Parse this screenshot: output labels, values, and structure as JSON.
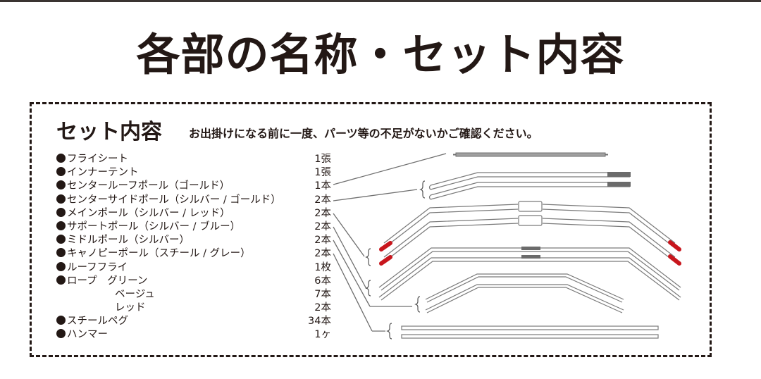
{
  "header": {
    "title": "各部の名称・セット内容"
  },
  "set_contents": {
    "title": "セット内容",
    "notice": "お出掛けになる前に一度、パーツ等の不足がないかご確認ください。",
    "items": [
      {
        "name": "フライシート",
        "qty": "1張",
        "bullet": true
      },
      {
        "name": "インナーテント",
        "qty": "1張",
        "bullet": true
      },
      {
        "name": "センタールーフポール（ゴールド）",
        "qty": "1本",
        "bullet": true
      },
      {
        "name": "センターサイドポール（シルバー / ゴールド）",
        "qty": "2本",
        "bullet": true
      },
      {
        "name": "メインポール（シルバー / レッド）",
        "qty": "2本",
        "bullet": true
      },
      {
        "name": "サポートポール（シルバー / ブルー）",
        "qty": "2本",
        "bullet": true
      },
      {
        "name": "ミドルポール（シルバー）",
        "qty": "2本",
        "bullet": true
      },
      {
        "name": "キャノピーポール（スチール / グレー）",
        "qty": "2本",
        "bullet": true
      },
      {
        "name": "ルーフフライ",
        "qty": "1枚",
        "bullet": true
      },
      {
        "name": "ロープ　グリーン",
        "qty": "6本",
        "bullet": true
      },
      {
        "name": "ベージュ",
        "qty": "7本",
        "bullet": false
      },
      {
        "name": "レッド",
        "qty": "2本",
        "bullet": false
      },
      {
        "name": "スチールペグ",
        "qty": "34本",
        "bullet": true
      },
      {
        "name": "ハンマー",
        "qty": "1ヶ",
        "bullet": true
      }
    ]
  },
  "illustration": {
    "poles": [
      {
        "label": "センタールーフポール",
        "color": "#9a9a9a"
      },
      {
        "label": "センターサイドポール",
        "tip_color": "#6b6b6b"
      },
      {
        "label": "メインポール",
        "tip_color": "#c8161d"
      },
      {
        "label": "サポートポール",
        "joint_color": "#6b6b6b"
      },
      {
        "label": "ミドルポール"
      },
      {
        "label": "キャノピーポール"
      }
    ]
  }
}
